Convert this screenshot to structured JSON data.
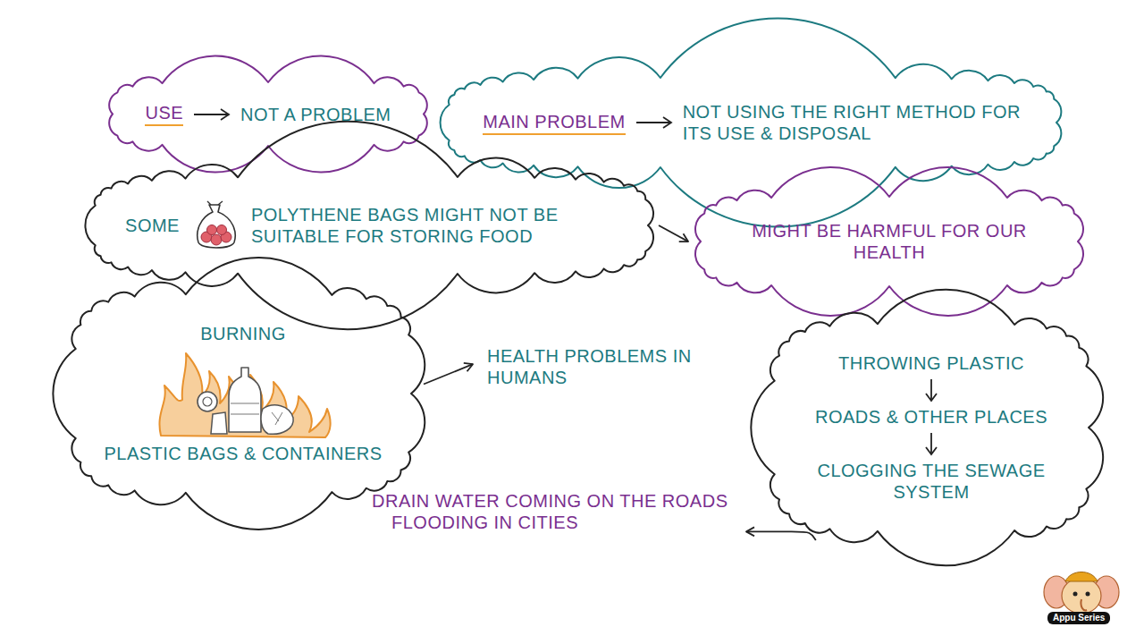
{
  "diagram": {
    "nodes": [
      {
        "text": [
          "USE",
          "NOT A PROBLEM"
        ]
      },
      {
        "text": [
          "MAIN PROBLEM",
          "NOT USING THE RIGHT METHOD FOR ITS USE & DISPOSAL"
        ]
      },
      {
        "text": [
          "SOME",
          "POLYTHENE BAGS MIGHT NOT BE SUITABLE FOR STORING FOOD"
        ]
      },
      {
        "text": [
          "MIGHT BE HARMFUL FOR OUR HEALTH"
        ]
      },
      {
        "text": [
          "BURNING",
          "PLASTIC BAGS & CONTAINERS"
        ]
      },
      {
        "text": [
          "HEALTH PROBLEMS IN HUMANS"
        ]
      },
      {
        "text": [
          "THROWING PLASTIC",
          "ROADS & OTHER PLACES",
          "CLOGGING THE SEWAGE SYSTEM"
        ]
      },
      {
        "text": [
          "DRAIN WATER COMING ON THE ROADS",
          "FLOODING IN CITIES"
        ]
      }
    ],
    "edges": [
      {
        "from": 2,
        "to": 3,
        "arrow": "to"
      },
      {
        "from": 4,
        "to": 5,
        "arrow": "to"
      },
      {
        "from": 6,
        "to": 7,
        "arrow": "to"
      }
    ],
    "labels": [
      "Appu Series"
    ]
  }
}
